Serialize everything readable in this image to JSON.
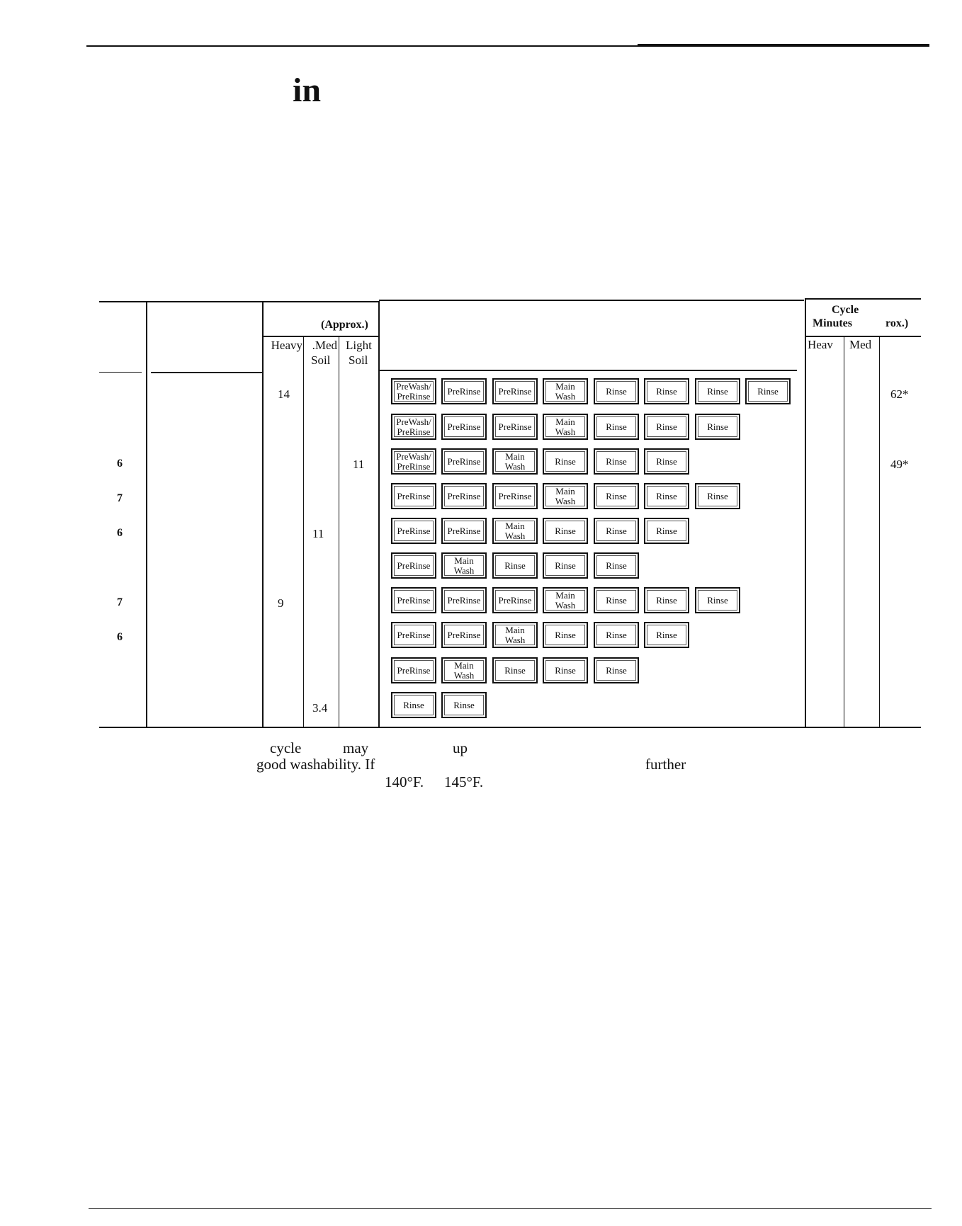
{
  "heading": {
    "title_fragment": "in"
  },
  "table": {
    "water_header": {
      "approx_label": "(Approx.)"
    },
    "soil_headers": [
      {
        "label": "Heavy",
        "sub": ""
      },
      {
        "label": "Med.",
        "sub": "Soil"
      },
      {
        "label": "Light",
        "sub": "Soil"
      }
    ],
    "minutes_header": {
      "line1": "Cycle",
      "line2_left": "Minutes",
      "line2_right": "rox.)"
    },
    "minutes_sub": [
      {
        "label": "Heav"
      },
      {
        "label": "Med"
      }
    ],
    "rows": [
      {
        "left_num": "",
        "heavy": "14",
        "med": "",
        "light": "",
        "minutes": "62*",
        "steps": [
          [
            "PreWash/",
            "PreRinse"
          ],
          [
            "PreRinse"
          ],
          [
            "PreRinse"
          ],
          [
            "Main",
            "Wash"
          ],
          [
            "Rinse"
          ],
          [
            "Rinse"
          ],
          [
            "Rinse"
          ],
          [
            "Rinse"
          ]
        ]
      },
      {
        "left_num": "",
        "heavy": "",
        "med": "",
        "light": "",
        "minutes": "",
        "steps": [
          [
            "PreWash/",
            "PreRinse"
          ],
          [
            "PreRinse"
          ],
          [
            "PreRinse"
          ],
          [
            "Main",
            "Wash"
          ],
          [
            "Rinse"
          ],
          [
            "Rinse"
          ],
          [
            "Rinse"
          ]
        ]
      },
      {
        "left_num": "6",
        "heavy": "",
        "med": "",
        "light": "11",
        "minutes": "49*",
        "steps": [
          [
            "PreWash/",
            "PreRinse"
          ],
          [
            "PreRinse"
          ],
          [
            "Main",
            "Wash"
          ],
          [
            "Rinse"
          ],
          [
            "Rinse"
          ],
          [
            "Rinse"
          ]
        ]
      },
      {
        "left_num": "7",
        "heavy": "",
        "med": "",
        "light": "",
        "minutes": "",
        "steps": [
          [
            "PreRinse"
          ],
          [
            "PreRinse"
          ],
          [
            "PreRinse"
          ],
          [
            "Main",
            "Wash"
          ],
          [
            "Rinse"
          ],
          [
            "Rinse"
          ],
          [
            "Rinse"
          ]
        ]
      },
      {
        "left_num": "6",
        "heavy": "",
        "med": "11",
        "light": "",
        "minutes": "",
        "steps": [
          [
            "PreRinse"
          ],
          [
            "PreRinse"
          ],
          [
            "Main",
            "Wash"
          ],
          [
            "Rinse"
          ],
          [
            "Rinse"
          ],
          [
            "Rinse"
          ]
        ]
      },
      {
        "left_num": "",
        "heavy": "",
        "med": "",
        "light": "",
        "minutes": "",
        "steps": [
          [
            "PreRinse"
          ],
          [
            "Main",
            "Wash"
          ],
          [
            "Rinse"
          ],
          [
            "Rinse"
          ],
          [
            "Rinse"
          ]
        ]
      },
      {
        "left_num": "7",
        "heavy": "9",
        "med": "",
        "light": "",
        "minutes": "",
        "steps": [
          [
            "PreRinse"
          ],
          [
            "PreRinse"
          ],
          [
            "PreRinse"
          ],
          [
            "Main",
            "Wash"
          ],
          [
            "Rinse"
          ],
          [
            "Rinse"
          ],
          [
            "Rinse"
          ]
        ]
      },
      {
        "left_num": "6",
        "heavy": "",
        "med": "",
        "light": "",
        "minutes": "",
        "steps": [
          [
            "PreRinse"
          ],
          [
            "PreRinse"
          ],
          [
            "Main",
            "Wash"
          ],
          [
            "Rinse"
          ],
          [
            "Rinse"
          ],
          [
            "Rinse"
          ]
        ]
      },
      {
        "left_num": "",
        "heavy": "",
        "med": "",
        "light": "",
        "minutes": "",
        "steps": [
          [
            "PreRinse"
          ],
          [
            "Main",
            "Wash"
          ],
          [
            "Rinse"
          ],
          [
            "Rinse"
          ],
          [
            "Rinse"
          ]
        ]
      },
      {
        "left_num": "",
        "heavy": "",
        "med": "3.4",
        "light": "",
        "minutes": "",
        "steps": [
          [
            "Rinse"
          ],
          [
            "Rinse"
          ]
        ]
      }
    ]
  },
  "notes": {
    "line1": [
      "cycle",
      "may",
      "up"
    ],
    "line2": [
      "good washability. If",
      "further"
    ],
    "line3": [
      "140°F.",
      "145°F."
    ]
  }
}
